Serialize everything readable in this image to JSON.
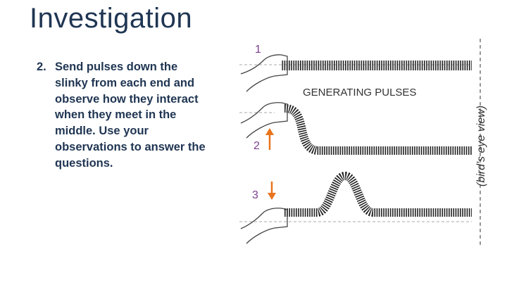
{
  "slide": {
    "title": "Investigation",
    "step_number": "2.",
    "step_text": "Send pulses down the slinky from each end and observe how they interact when they meet in the middle. Use your observations to answer the questions."
  },
  "figure": {
    "heading": "GENERATING PULSES",
    "side_label": "(bird's eye view)",
    "panel_labels": [
      "1",
      "2",
      "3"
    ],
    "arrow_color": "#e8741c",
    "label_color": "#7b3f8f"
  }
}
